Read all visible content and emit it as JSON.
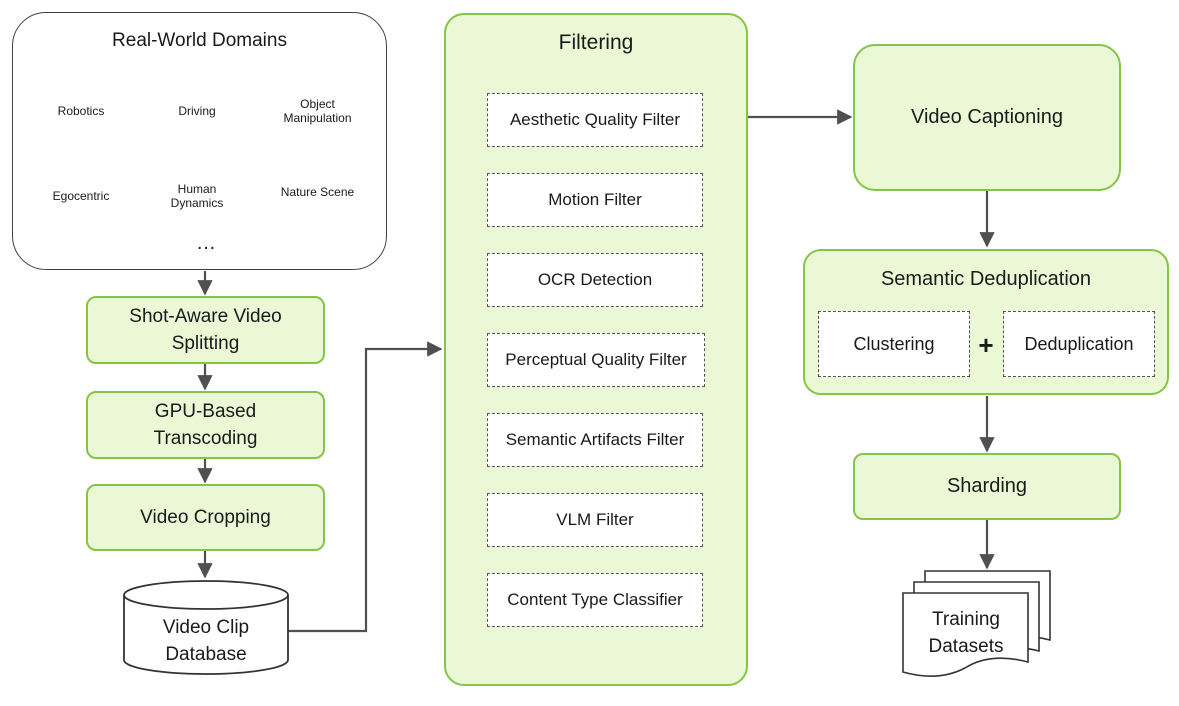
{
  "domains": {
    "title": "Real-World Domains",
    "items": [
      {
        "label": "Robotics"
      },
      {
        "label": "Driving"
      },
      {
        "label": "Object\nManipulation"
      },
      {
        "label": "Egocentric"
      },
      {
        "label": "Human\nDynamics"
      },
      {
        "label": "Nature Scene"
      }
    ],
    "more": "…"
  },
  "processing": {
    "splitting": "Shot-Aware Video\nSplitting",
    "transcoding": "GPU-Based\nTranscoding",
    "cropping": "Video Cropping"
  },
  "database": {
    "label": "Video Clip\nDatabase"
  },
  "filtering": {
    "title": "Filtering",
    "filters": [
      "Aesthetic Quality Filter",
      "Motion Filter",
      "OCR Detection",
      "Perceptual Quality Filter",
      "Semantic Artifacts Filter",
      "VLM Filter",
      "Content Type Classifier"
    ]
  },
  "captioning": {
    "label": "Video Captioning"
  },
  "semantic_dedup": {
    "title": "Semantic Deduplication",
    "clustering": "Clustering",
    "plus": "+",
    "deduplication": "Deduplication"
  },
  "sharding": {
    "label": "Sharding"
  },
  "training": {
    "label": "Training\nDatasets"
  },
  "colors": {
    "accent_border": "#84c446",
    "accent_fill": "#ebf8d6",
    "line": "#505050"
  }
}
